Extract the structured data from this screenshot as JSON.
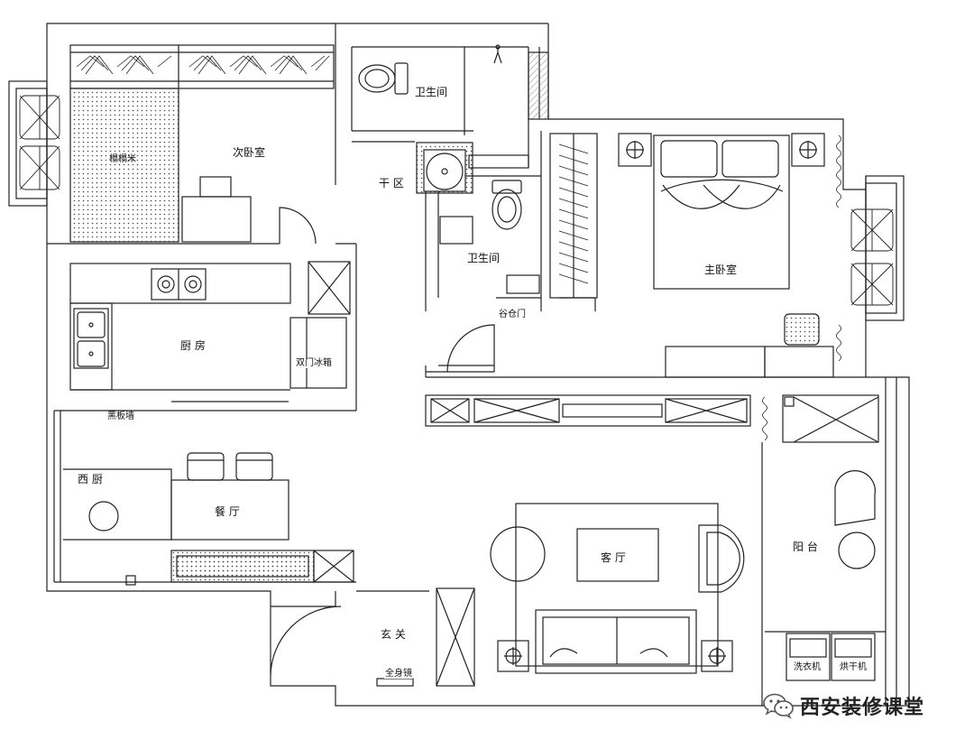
{
  "rooms": {
    "second_bedroom": "次卧室",
    "tatami": "榻榻米",
    "bathroom_top": "卫生间",
    "dry_zone": "干 区",
    "bathroom_mid": "卫生间",
    "grain_door": "谷仓门",
    "master_bedroom": "主卧室",
    "kitchen": "厨 房",
    "double_fridge": "双门冰箱",
    "blackboard_wall": "黑板墙",
    "western_kitchen": "西 厨",
    "dining_room": "餐 厅",
    "living_room": "客 厅",
    "balcony": "阳 台",
    "entrance": "玄 关",
    "full_mirror": "全身镜",
    "washer": "洗衣机",
    "dryer": "烘干机"
  },
  "watermark": {
    "text": "西安装修课堂",
    "icon": "wechat-icon"
  }
}
